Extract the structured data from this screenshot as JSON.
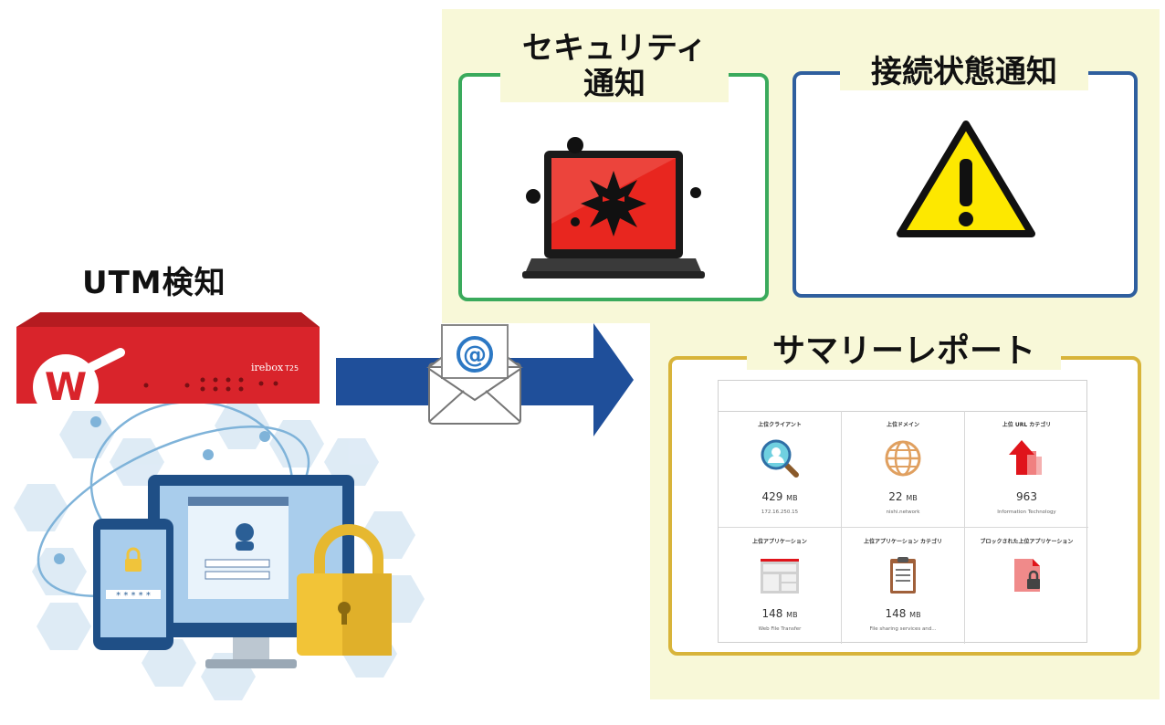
{
  "utm": {
    "title": "UTM検知",
    "device_brand": "irebox",
    "device_model": "T25"
  },
  "security": {
    "title_line1": "セキュリティ",
    "title_line2": "通知"
  },
  "connection": {
    "title": "接続状態通知"
  },
  "report": {
    "title": "サマリーレポート",
    "cells": [
      {
        "label": "上位クライアント",
        "value": "429",
        "unit": "MB",
        "sub": "172.16.250.15",
        "icon": "magnifier-user-icon"
      },
      {
        "label": "上位ドメイン",
        "value": "22",
        "unit": "MB",
        "sub": "nishi.network",
        "icon": "globe-icon"
      },
      {
        "label": "上位 URL カテゴリ",
        "value": "963",
        "unit": "",
        "sub": "Information Technology",
        "icon": "up-arrow-icon"
      },
      {
        "label": "上位アプリケーション",
        "value": "148",
        "unit": "MB",
        "sub": "Web File Transfer",
        "icon": "web-layout-icon"
      },
      {
        "label": "上位アプリケーション カテゴリ",
        "value": "148",
        "unit": "MB",
        "sub": "File sharing services and...",
        "icon": "clipboard-icon"
      },
      {
        "label": "ブロックされた上位アプリケーション",
        "value": "",
        "unit": "",
        "sub": "",
        "icon": "locked-file-icon"
      }
    ]
  },
  "colors": {
    "background_highlight": "#f8f8d8",
    "security_border": "#3aaa5c",
    "connection_border": "#2f5f9e",
    "report_border": "#d8b43a",
    "arrow": "#1f4f9a",
    "device_red": "#d9242b",
    "warning_yellow": "#fde800"
  }
}
